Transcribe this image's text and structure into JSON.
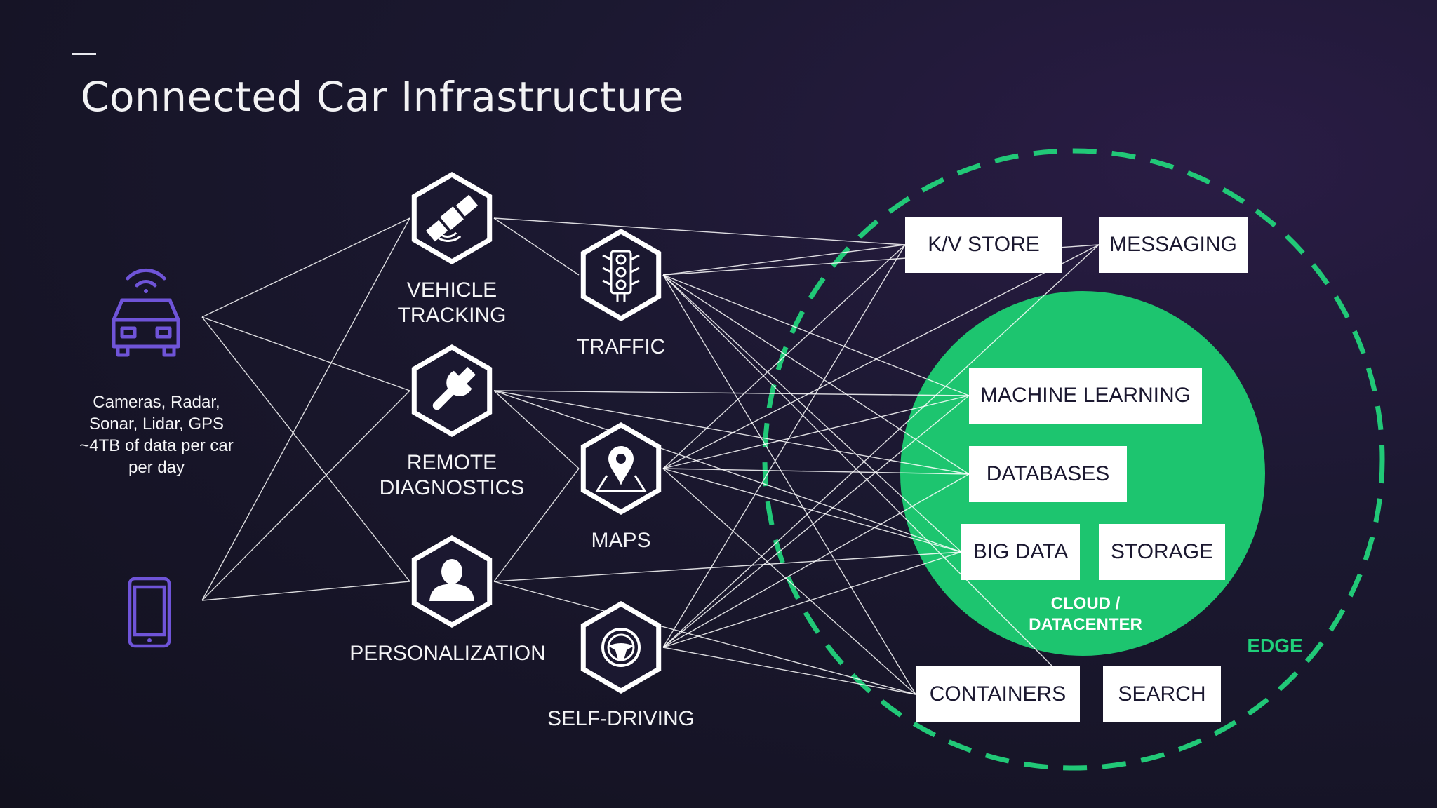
{
  "slide": {
    "title": "Connected Car Infrastructure"
  },
  "colors": {
    "accent_green": "#1dc56f",
    "edge_dash": "#21c877",
    "icon_purple": "#6f54d8",
    "hex_fill": "#1b1830",
    "line_color": "#ffffff"
  },
  "sources": {
    "car": {
      "icon": "connected-car-icon",
      "lines": [
        "Cameras, Radar,",
        "Sonar, Lidar, GPS",
        "~4TB of data per car",
        "per day"
      ]
    },
    "phone": {
      "icon": "smartphone-icon"
    }
  },
  "apps": [
    {
      "id": "vehicle-tracking",
      "icon": "satellite-icon",
      "lines": [
        "VEHICLE",
        "TRACKING"
      ]
    },
    {
      "id": "remote-diagnostics",
      "icon": "wrench-icon",
      "lines": [
        "REMOTE",
        "DIAGNOSTICS"
      ]
    },
    {
      "id": "personalization",
      "icon": "person-icon",
      "lines": [
        "PERSONALIZATION"
      ]
    },
    {
      "id": "traffic",
      "icon": "traffic-light-icon",
      "lines": [
        "TRAFFIC"
      ]
    },
    {
      "id": "maps",
      "icon": "map-pin-icon",
      "lines": [
        "MAPS"
      ]
    },
    {
      "id": "self-driving",
      "icon": "steering-wheel-icon",
      "lines": [
        "SELF-DRIVING"
      ]
    }
  ],
  "services": {
    "kv_store": "K/V STORE",
    "messaging": "MESSAGING",
    "machine_learning": "MACHINE LEARNING",
    "databases": "DATABASES",
    "big_data": "BIG DATA",
    "storage": "STORAGE",
    "containers": "CONTAINERS",
    "search": "SEARCH"
  },
  "zones": {
    "cloud": [
      "CLOUD /",
      "DATACENTER"
    ],
    "edge": "EDGE"
  }
}
